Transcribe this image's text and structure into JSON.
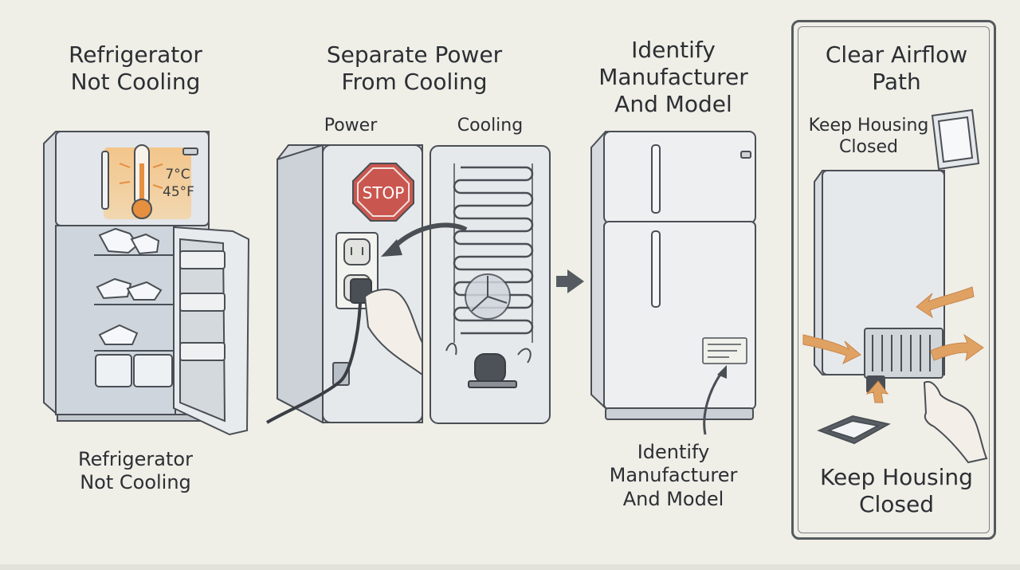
{
  "steps": [
    {
      "title": "Refrigerator\nNot Cooling",
      "caption": "Refrigerator\nNot Cooling",
      "thermo_c": "7°C",
      "thermo_f": "45°F"
    },
    {
      "title": "Separate Power\nFrom Cooling",
      "power_label": "Power",
      "cooling_label": "Cooling",
      "stop_text": "STOP"
    },
    {
      "title": "Identify\nManufacturer\nAnd Model",
      "caption": "Identify\nManufacturer\nAnd Model"
    },
    {
      "title": "Clear Airflow\nPath",
      "housing_label": "Keep Housing\nClosed",
      "caption": "Keep Housing\nClosed"
    }
  ],
  "colors": {
    "background": "#efeee7",
    "fridge": "#e3e6ea",
    "outline": "#4a4f55",
    "arrow": "#e0a263",
    "stop": "#c9574f",
    "thermo": "#e58f3f"
  },
  "icons": [
    "thermometer-icon",
    "stop-sign-icon",
    "outlet-icon",
    "plug-icon",
    "hand-icon",
    "condenser-coil-icon",
    "fan-icon",
    "compressor-icon",
    "arrow-right-icon",
    "model-label-icon",
    "filter-icon",
    "airflow-arrow-icon"
  ]
}
